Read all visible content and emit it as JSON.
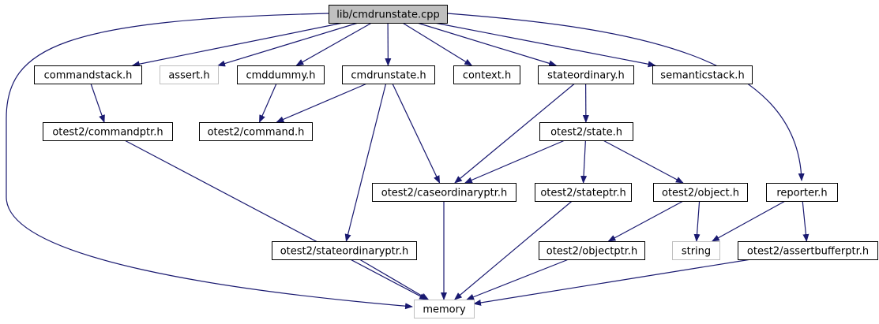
{
  "colors": {
    "edge": "#191970",
    "node_border": "#000000",
    "missing_border": "#bfbfbf",
    "root_fill": "#bfbfbf",
    "node_fill": "#ffffff"
  },
  "diagram": {
    "nodes": [
      {
        "id": "root",
        "label": "lib/cmdrunstate.cpp",
        "kind": "root"
      },
      {
        "id": "commandstack",
        "label": "commandstack.h",
        "kind": "normal"
      },
      {
        "id": "assert",
        "label": "assert.h",
        "kind": "missing"
      },
      {
        "id": "cmddummy",
        "label": "cmddummy.h",
        "kind": "normal"
      },
      {
        "id": "cmdrunstate",
        "label": "cmdrunstate.h",
        "kind": "normal"
      },
      {
        "id": "context",
        "label": "context.h",
        "kind": "normal"
      },
      {
        "id": "stateordinary",
        "label": "stateordinary.h",
        "kind": "normal"
      },
      {
        "id": "semanticstack",
        "label": "semanticstack.h",
        "kind": "normal"
      },
      {
        "id": "commandptr",
        "label": "otest2/commandptr.h",
        "kind": "normal"
      },
      {
        "id": "command",
        "label": "otest2/command.h",
        "kind": "normal"
      },
      {
        "id": "state",
        "label": "otest2/state.h",
        "kind": "normal"
      },
      {
        "id": "caseordinaryptr",
        "label": "otest2/caseordinaryptr.h",
        "kind": "normal"
      },
      {
        "id": "stateptr",
        "label": "otest2/stateptr.h",
        "kind": "normal"
      },
      {
        "id": "object",
        "label": "otest2/object.h",
        "kind": "normal"
      },
      {
        "id": "reporter",
        "label": "reporter.h",
        "kind": "normal"
      },
      {
        "id": "stateordinaryptr",
        "label": "otest2/stateordinaryptr.h",
        "kind": "normal"
      },
      {
        "id": "objectptr",
        "label": "otest2/objectptr.h",
        "kind": "normal"
      },
      {
        "id": "string",
        "label": "string",
        "kind": "missing"
      },
      {
        "id": "assertbufferptr",
        "label": "otest2/assertbufferptr.h",
        "kind": "normal"
      },
      {
        "id": "memory",
        "label": "memory",
        "kind": "missing"
      }
    ],
    "edges": [
      {
        "from": "root",
        "to": "memory"
      },
      {
        "from": "root",
        "to": "commandstack"
      },
      {
        "from": "root",
        "to": "assert"
      },
      {
        "from": "root",
        "to": "cmddummy"
      },
      {
        "from": "root",
        "to": "cmdrunstate"
      },
      {
        "from": "root",
        "to": "context"
      },
      {
        "from": "root",
        "to": "stateordinary"
      },
      {
        "from": "root",
        "to": "semanticstack"
      },
      {
        "from": "root",
        "to": "reporter"
      },
      {
        "from": "commandstack",
        "to": "commandptr"
      },
      {
        "from": "commandptr",
        "to": "memory"
      },
      {
        "from": "cmddummy",
        "to": "command"
      },
      {
        "from": "cmdrunstate",
        "to": "command"
      },
      {
        "from": "cmdrunstate",
        "to": "caseordinaryptr"
      },
      {
        "from": "cmdrunstate",
        "to": "stateordinaryptr"
      },
      {
        "from": "stateordinary",
        "to": "caseordinaryptr"
      },
      {
        "from": "stateordinary",
        "to": "state"
      },
      {
        "from": "state",
        "to": "caseordinaryptr"
      },
      {
        "from": "state",
        "to": "stateptr"
      },
      {
        "from": "state",
        "to": "object"
      },
      {
        "from": "caseordinaryptr",
        "to": "memory"
      },
      {
        "from": "stateptr",
        "to": "memory"
      },
      {
        "from": "object",
        "to": "objectptr"
      },
      {
        "from": "object",
        "to": "string"
      },
      {
        "from": "objectptr",
        "to": "memory"
      },
      {
        "from": "stateordinaryptr",
        "to": "memory"
      },
      {
        "from": "reporter",
        "to": "string"
      },
      {
        "from": "reporter",
        "to": "assertbufferptr"
      },
      {
        "from": "assertbufferptr",
        "to": "memory"
      }
    ]
  }
}
